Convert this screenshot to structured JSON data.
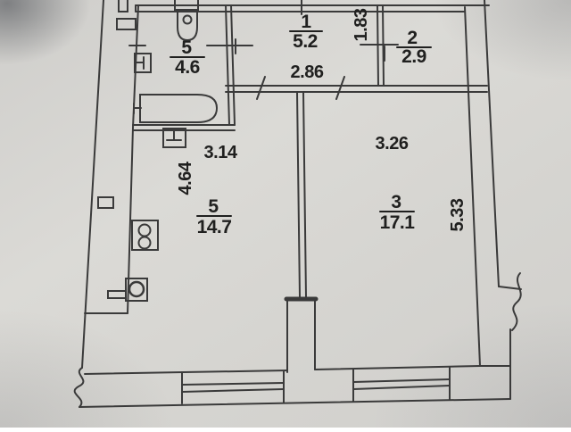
{
  "document": {
    "type": "apartment floor plan (BTI technical drawing, photo of paper)",
    "colors": {
      "paper": "#d7d6d2",
      "ink": "#3a3a3a",
      "text": "#20201f"
    }
  },
  "rooms": {
    "bathroom": {
      "number": "5",
      "area": "4.6"
    },
    "hallway": {
      "number": "1",
      "area": "5.2"
    },
    "storage": {
      "number": "2",
      "area": "2.9"
    },
    "kitchen": {
      "number": "5",
      "area": "14.7"
    },
    "living": {
      "number": "3",
      "area": "17.1"
    }
  },
  "dimensions": {
    "storage_width": "1.83",
    "hallway_width": "2.86",
    "kitchen_width": "3.14",
    "kitchen_depth": "4.64",
    "living_width": "3.26",
    "living_depth": "5.33"
  },
  "fixtures": [
    "toilet-icon",
    "wash-basin-icon",
    "bathtub-icon",
    "kitchen-sink-icon",
    "stove-icon",
    "washer-icon",
    "radiator-icon",
    "window-triple-line",
    "break-line-mark"
  ]
}
